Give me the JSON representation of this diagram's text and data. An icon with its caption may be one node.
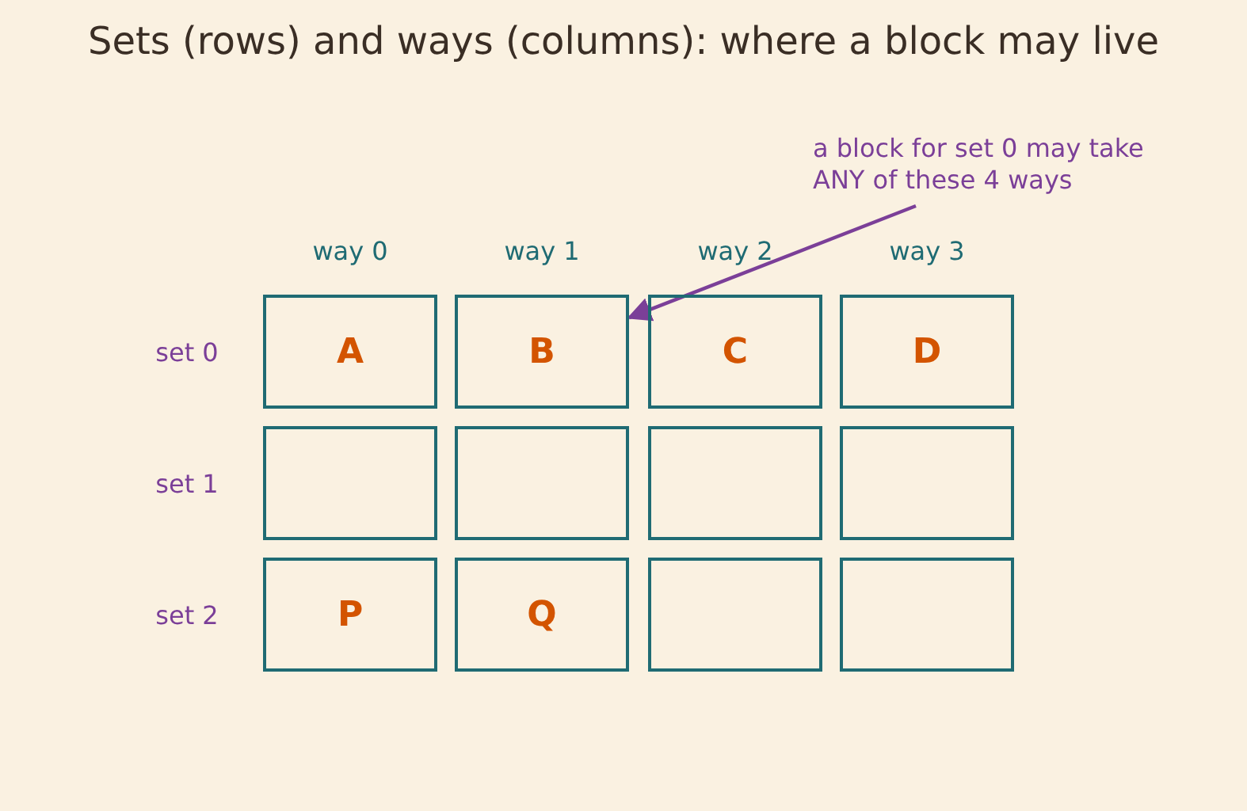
{
  "diagram": {
    "title": "Sets (rows) and ways (columns): where a block may live",
    "nodes": [
      {
        "text": [
          "A"
        ]
      },
      {
        "text": [
          "B"
        ]
      },
      {
        "text": [
          "C"
        ]
      },
      {
        "text": [
          "D"
        ]
      },
      {
        "text": [],
        "shape": "box"
      },
      {
        "text": [],
        "shape": "box"
      },
      {
        "text": [],
        "shape": "box"
      },
      {
        "text": [],
        "shape": "box"
      },
      {
        "text": [
          "P"
        ]
      },
      {
        "text": [
          "Q"
        ]
      },
      {
        "text": [],
        "shape": "box"
      },
      {
        "text": [],
        "shape": "box"
      },
      {
        "text": [
          "a block for set 0 may take ANY of these 4 ways"
        ]
      }
    ],
    "edges": [
      {
        "from": 12,
        "to": 1,
        "arrow": "to",
        "color": "#7b3f98"
      }
    ],
    "labels": [
      "way 0",
      "way 1",
      "way 2",
      "way 3",
      "set 0",
      "set 1",
      "set 2"
    ]
  }
}
